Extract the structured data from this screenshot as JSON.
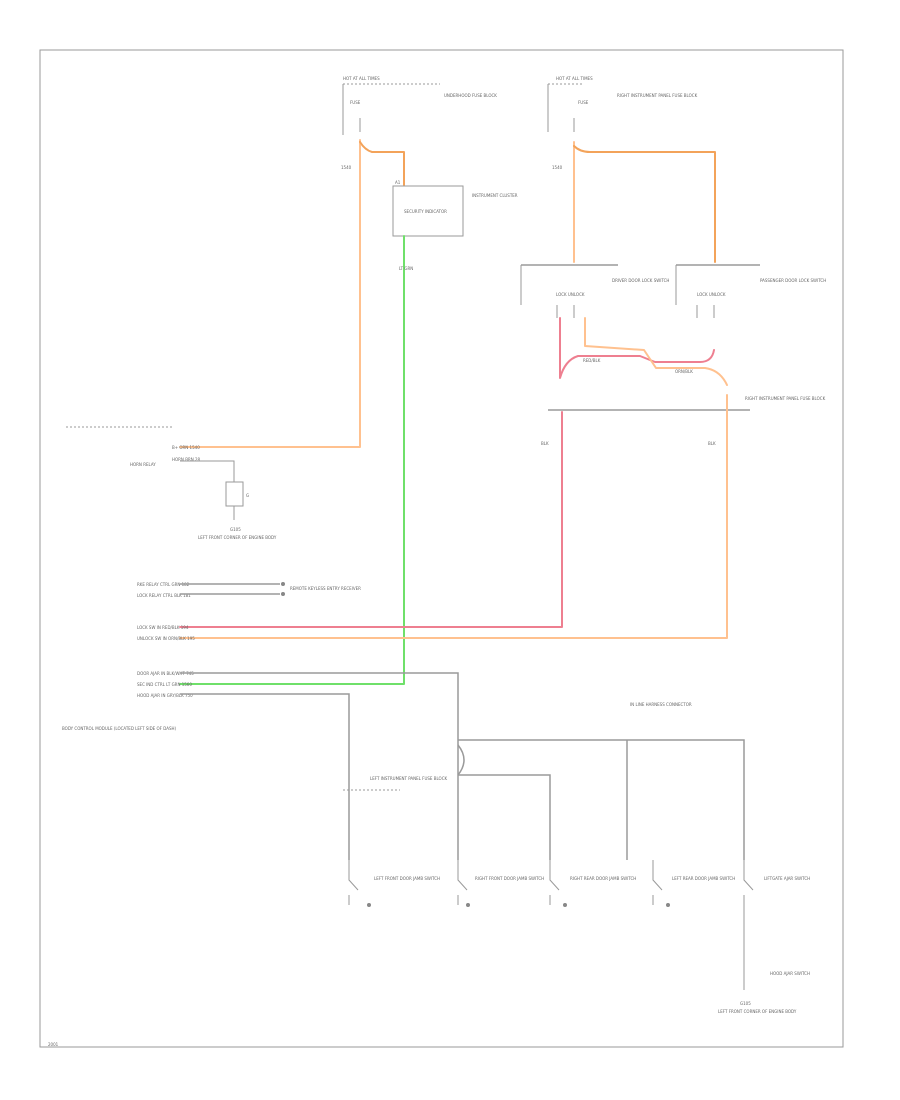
{
  "colors": {
    "orange": "#ffc18f",
    "orange_dark": "#f3a35a",
    "green": "#6fe06a",
    "red": "#ee7f90",
    "gray": "#9a9a9a",
    "black": "#222222"
  },
  "labels": {
    "hot_at_all_times_left": "HOT AT ALL TIMES",
    "underhood_fuse_block": "UNDERHOOD FUSE BLOCK",
    "fuse_left": "FUSE",
    "circuit_left_top": "1540",
    "connector_a1": "A1",
    "security_indicator_box": "SECURITY INDICATOR",
    "instrument_cluster": "INSTRUMENT CLUSTER",
    "green_circuit": "LT GRN",
    "hot_at_all_times_right": "HOT AT ALL TIMES",
    "right_fuse_block": "RIGHT INSTRUMENT PANEL FUSE BLOCK",
    "fuse_right": "FUSE",
    "circuit_right_top": "1540",
    "driver_door_lock_switch": "DRIVER DOOR LOCK SWITCH",
    "passenger_door_lock_switch": "PASSENGER DOOR LOCK SWITCH",
    "lock_unlock_left": "LOCK  UNLOCK",
    "lock_unlock_right": "LOCK  UNLOCK",
    "red_circuit": "RED/BLK",
    "orange_circuit": "ORN/BLK",
    "right_ip_fuse_block_lower": "RIGHT INSTRUMENT PANEL FUSE BLOCK",
    "circuit_bl1": "BLK",
    "circuit_bl2": "BLK",
    "horn_relay": "HORN RELAY",
    "horn_relay_g": "G",
    "ground_left": "G105",
    "ground_left_desc": "LEFT FRONT CORNER OF ENGINE BODY",
    "fuse_circuit_row1": "B+  ORN  1540",
    "fuse_circuit_row2": "HORN  BRN  28",
    "remote_keyless": "REMOTE KEYLESS ENTRY RECEIVER",
    "row_rke1": "RKE RELAY CTRL  GRN  182",
    "row_rke2": "LOCK RELAY CTRL  BLK  181",
    "row_lock1": "LOCK SW IN  RED/BLK  194",
    "row_lock2": "UNLOCK SW IN  ORN/BLK  195",
    "row_alarm1": "DOOR AJAR IN  BLK/WHT  745",
    "row_alarm2": "SEC IND CTRL  LT GRN  1560",
    "row_alarm3": "HOOD AJAR IN  GRY/BLK  750",
    "body_control_module": "BODY CONTROL MODULE (LOCATED LEFT SIDE OF DASH)",
    "right_door_harness": "LEFT INSTRUMENT PANEL FUSE BLOCK",
    "in_line_connector": "IN LINE HARNESS CONNECTOR",
    "switch_left_front": "LEFT FRONT DOOR JAMB SWITCH",
    "switch_right_front": "RIGHT FRONT DOOR JAMB SWITCH",
    "switch_right_rear": "RIGHT REAR DOOR JAMB SWITCH",
    "switch_left_rear": "LEFT REAR DOOR JAMB SWITCH",
    "switch_liftgate": "LIFTGATE AJAR SWITCH",
    "ground_right": "G105",
    "ground_right_desc": "LEFT FRONT CORNER OF ENGINE BODY",
    "hood_switch": "HOOD AJAR SWITCH",
    "footer": "2001"
  }
}
